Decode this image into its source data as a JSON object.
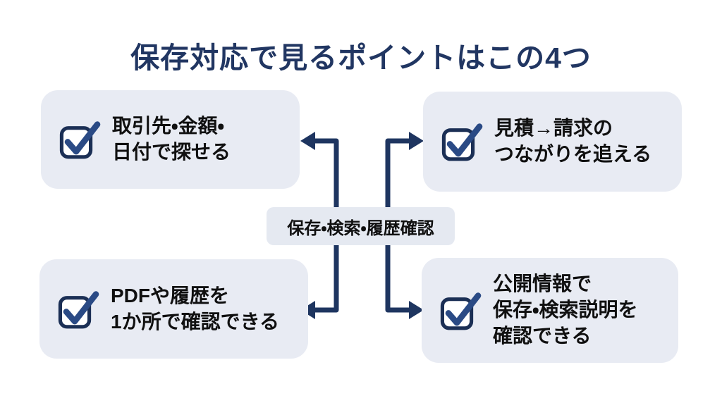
{
  "title": "保存対応で見るポイントはこの4つ",
  "center_node": {
    "label": "保存・検索・履歴確認"
  },
  "points": [
    {
      "position": "top-left",
      "icon": "checkbox-checked-icon",
      "lines": [
        "取引先・金額・",
        "日付で探せる"
      ]
    },
    {
      "position": "top-right",
      "icon": "checkbox-checked-icon",
      "lines": [
        "見積→請求の",
        "つながりを追える"
      ]
    },
    {
      "position": "bottom-left",
      "icon": "checkbox-checked-icon",
      "lines": [
        "PDFや履歴を",
        "1か所で確認できる"
      ]
    },
    {
      "position": "bottom-right",
      "icon": "checkbox-checked-icon",
      "lines": [
        "公開情報で",
        "保存・検索説明を",
        "確認できる"
      ]
    }
  ],
  "colors": {
    "navy": "#1e3560",
    "check_blue": "#2a4a85",
    "checkbox_outline": "#1b2f55",
    "box_bg": "#e8ebf3",
    "pill_bg": "#e5e9f1",
    "text": "#101010",
    "title": "#213662",
    "background": "#ffffff",
    "white": "#ffffff"
  }
}
